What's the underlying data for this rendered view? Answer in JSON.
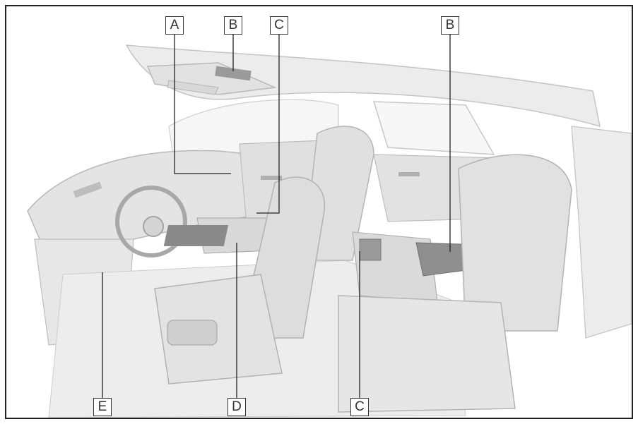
{
  "callouts": {
    "top": [
      "A",
      "B",
      "C",
      "B"
    ],
    "bottom": [
      "E",
      "D",
      "C"
    ]
  },
  "colors": {
    "interior": "#e9e9e9",
    "shade": "#d2d2d2",
    "dark": "#8a8a8a",
    "line": "#b5b5b5",
    "leader": "#222222"
  }
}
